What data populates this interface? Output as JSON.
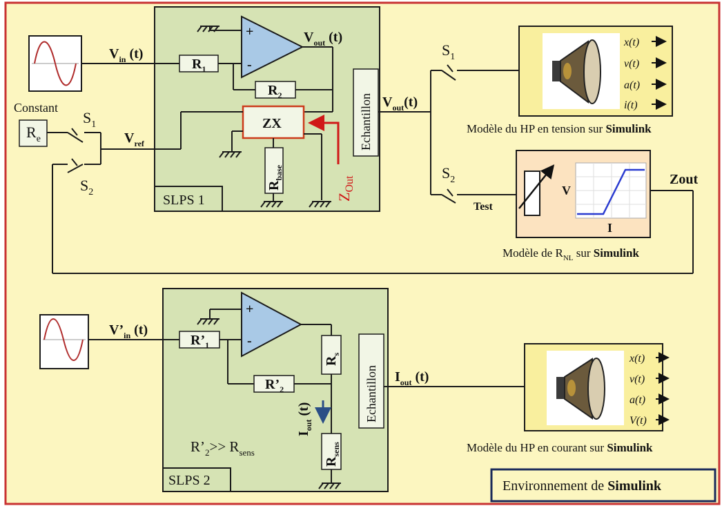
{
  "colors": {
    "background": "#fcf6c0",
    "frame_red": "#c83232",
    "block_green": "#d6e3b4",
    "opamp_blue": "#a9c9e6",
    "zx_border": "#cc3a1a",
    "zout_red": "#d01818",
    "sine": "#b02c2c",
    "hp_block": "#f9ef9e",
    "rnl_block": "#fce3c0"
  },
  "top_circuit": {
    "vin_main": "V",
    "vin_sub": "in",
    "vin_t": " (t)",
    "vout_main": "V",
    "vout_sub": "out",
    "vout_t": " (t)",
    "r1_main": "R",
    "r1_sub": "1",
    "r2_main": "R",
    "r2_sub": "2",
    "zx": "ZX",
    "rbase_main": "R",
    "rbase_sub": "base",
    "zout_main": "Z",
    "zout_sub": "Out",
    "echantillon": "Echantillon",
    "block_label": "SLPS 1",
    "plus": "+",
    "minus": "-",
    "constant": "Constant",
    "re_main": "R",
    "re_sub": "e",
    "vref_main": "V",
    "vref_sub": "ref",
    "s1_main": "S",
    "s1_sub": "1",
    "s2_main": "S",
    "s2_sub": "2",
    "sample_out_main": "V",
    "sample_out_sub": "out",
    "sample_out_t": "(t)",
    "sw_s1_main": "S",
    "sw_s1_sub": "1",
    "sw_s2_main": "S",
    "sw_s2_sub": "2",
    "test": "Test",
    "zout_wire": "Zout"
  },
  "hp_voltage": {
    "outputs": [
      "x(t)",
      "v(t)",
      "a(t)",
      "i(t)"
    ],
    "caption_plain": "Modèle du HP en tension sur ",
    "caption_bold": "Simulink"
  },
  "rnl": {
    "v_axis": "V",
    "i_axis": "I",
    "caption_plain1": "Modèle de R",
    "caption_sub": "NL",
    "caption_plain2": " sur ",
    "caption_bold": "Simulink"
  },
  "bottom_circuit": {
    "vin_main": "V’",
    "vin_sub": "in",
    "vin_t": " (t)",
    "r1_main": "R’",
    "r1_sub": "1",
    "r2_main": "R’",
    "r2_sub": "2",
    "rs_main": "R",
    "rs_sub": "s",
    "rsens_main": "R",
    "rsens_sub": "sens",
    "iout_main": "I",
    "iout_sub": "out",
    "iout_t": " (t)",
    "echantillon": "Echantillon",
    "iout_wire_main": "I",
    "iout_wire_sub": "out",
    "iout_wire_t": " (t)",
    "condition_main": "R’",
    "condition_mid": "2",
    "condition_gt": ">> R",
    "condition_sub": "sens",
    "block_label": "SLPS 2",
    "plus": "+",
    "minus": "-"
  },
  "hp_current": {
    "outputs": [
      "x(t)",
      "v(t)",
      "a(t)",
      "V(t)"
    ],
    "caption_plain": "Modèle du HP en courant sur ",
    "caption_bold": "Simulink"
  },
  "environment": {
    "plain": "Environnement de ",
    "bold": "Simulink"
  }
}
